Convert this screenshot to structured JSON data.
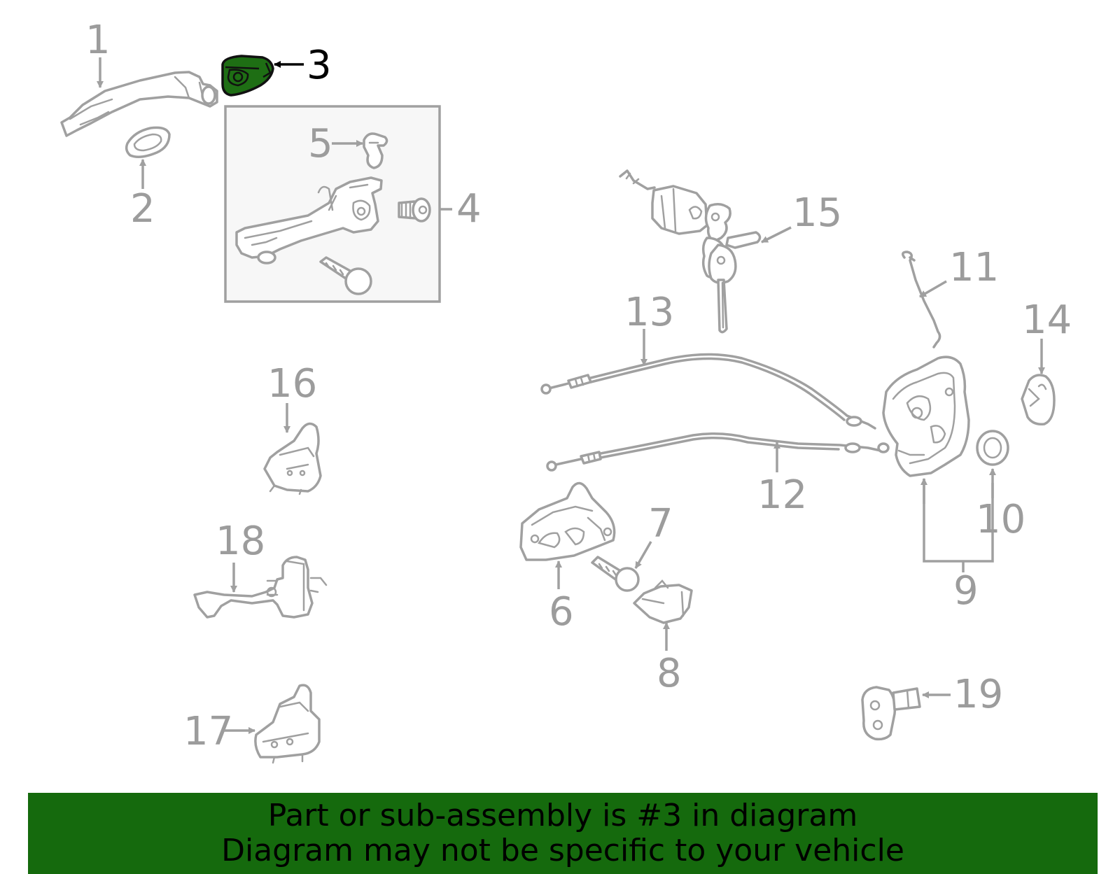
{
  "highlight_color": "#1e6e14",
  "banner_color": "#156a0d",
  "callouts": {
    "c1": "1",
    "c2": "2",
    "c3": "3",
    "c4": "4",
    "c5": "5",
    "c6": "6",
    "c7": "7",
    "c8": "8",
    "c9": "9",
    "c10": "10",
    "c11": "11",
    "c12": "12",
    "c13": "13",
    "c14": "14",
    "c15": "15",
    "c16": "16",
    "c17": "17",
    "c18": "18",
    "c19": "19"
  },
  "highlighted_part": "3",
  "banner": {
    "line1": "Part or sub-assembly is #3 in diagram",
    "line2": "Diagram may not be specific to your vehicle"
  }
}
